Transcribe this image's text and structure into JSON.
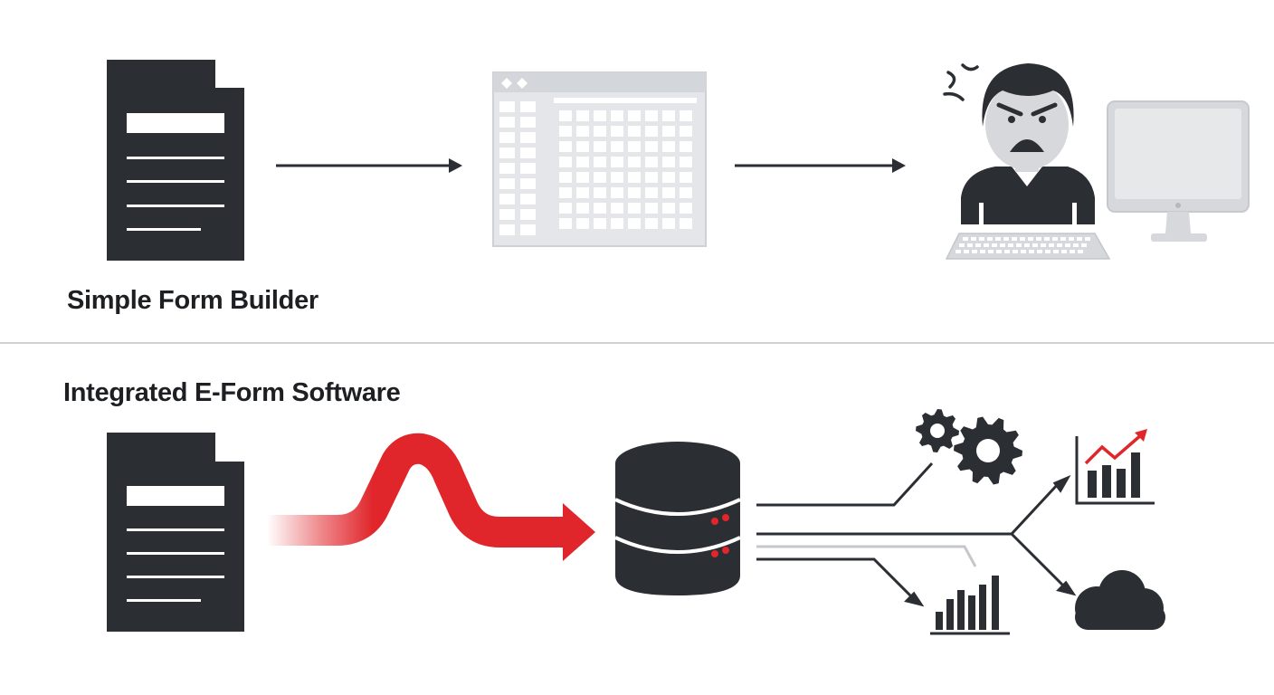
{
  "top_section": {
    "title": "Simple Form Builder",
    "flow": [
      "document-icon",
      "spreadsheet-icon",
      "frustrated-user-icon"
    ]
  },
  "bottom_section": {
    "title": "Integrated E-Form Software",
    "flow": [
      "document-icon",
      "data-stream",
      "database-icon",
      "gears-icon",
      "trend-chart-icon",
      "bar-chart-icon",
      "cloud-icon"
    ]
  },
  "colors": {
    "dark": "#2b2e33",
    "light_gray": "#d9dbde",
    "accent_red": "#e0262b",
    "divider": "#d0d0d0"
  }
}
